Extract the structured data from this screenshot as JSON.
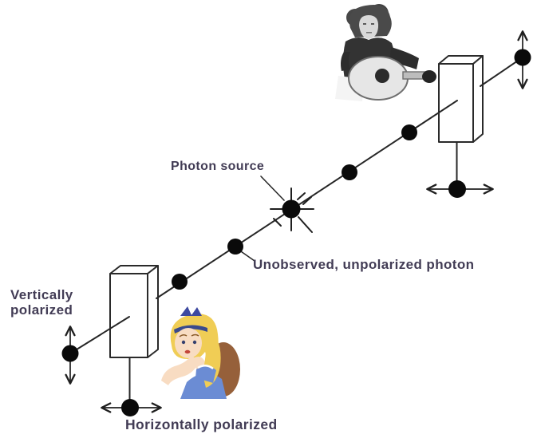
{
  "diagram": {
    "labels": {
      "photon_source": "Photon source",
      "unobserved_photon": "Unobserved, unpolarized photon",
      "vertically_polarized": "Vertically\npolarized",
      "horizontally_polarized": "Horizontally polarized"
    },
    "colors": {
      "background": "#ffffff",
      "label_text": "#423c55",
      "beam_line": "#262626",
      "photon_dot": "#0a0a0a",
      "polarizer_fill": "#ffffff",
      "polarizer_stroke": "#2a2a2a",
      "alice_hair": "#f0cd55",
      "alice_dress": "#6b8cd4",
      "alice_bow": "#3d49a0",
      "alice_back_hair": "#96603a",
      "dylan_jacket": "#333333",
      "dylan_guitar": "#e6e6e6"
    },
    "elements": {
      "photon_dots_on_beam": 7,
      "polarizer_boxes": 2,
      "polarization_indicators": [
        "vertical-arrow-left-end",
        "horizontal-arrow-below-left-box",
        "vertical-arrow-top-right-end",
        "horizontal-arrow-below-right-box"
      ],
      "figures": {
        "top_observer": "man-with-guitar-photo",
        "bottom_observer": "girl-cartoon-illustration"
      }
    }
  }
}
